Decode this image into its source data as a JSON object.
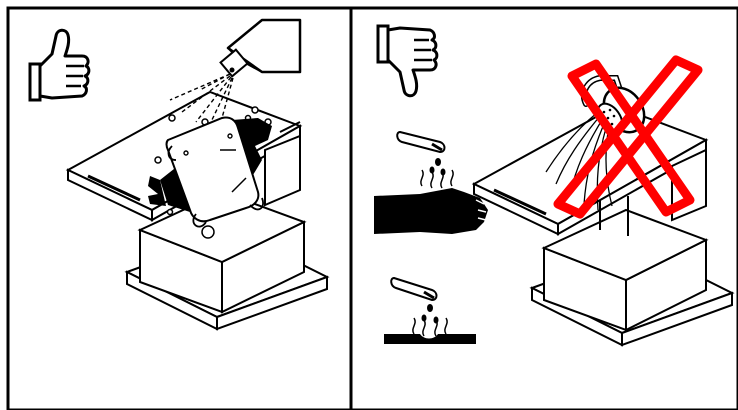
{
  "figure": {
    "panels": [
      {
        "id": "correct",
        "verdict": "thumbs-up",
        "meaning": "allowed"
      },
      {
        "id": "incorrect",
        "verdict": "thumbs-down",
        "meaning": "prohibited"
      }
    ],
    "icons": [
      "thumbs-up-icon",
      "thumbs-down-icon",
      "spray-bottle-icon",
      "cloth-icon",
      "gloved-hand-icon",
      "shower-head-icon",
      "test-tube-icon",
      "acid-drops-icon",
      "corroded-surface-icon",
      "prohibited-cross-icon"
    ],
    "colors": {
      "line": "#000000",
      "background": "#ffffff",
      "prohibition_cross": "#ff0000"
    }
  }
}
